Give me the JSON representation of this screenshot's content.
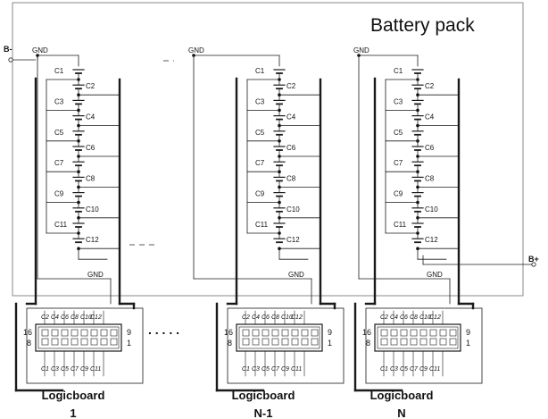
{
  "pack_title": "Battery pack",
  "terminals": {
    "negative": "B-",
    "positive": "B+"
  },
  "gnd_label": "GND",
  "cell_labels": [
    "C1",
    "C2",
    "C3",
    "C4",
    "C5",
    "C6",
    "C7",
    "C8",
    "C9",
    "C10",
    "C11",
    "C12"
  ],
  "connector": {
    "top_pins": [
      "C2",
      "C4",
      "C6",
      "C8",
      "C10",
      "C12"
    ],
    "bottom_pins": [
      "C1",
      "C3",
      "C5",
      "C7",
      "C9",
      "C11"
    ],
    "pin_16": "16",
    "pin_8": "8",
    "pin_9": "9",
    "pin_1": "1"
  },
  "ellipsis": ". . . . .",
  "boards": [
    {
      "name": "Logicboard",
      "index": "1"
    },
    {
      "name": "Logicboard",
      "index": "N-1"
    },
    {
      "name": "Logicboard",
      "index": "N"
    }
  ]
}
